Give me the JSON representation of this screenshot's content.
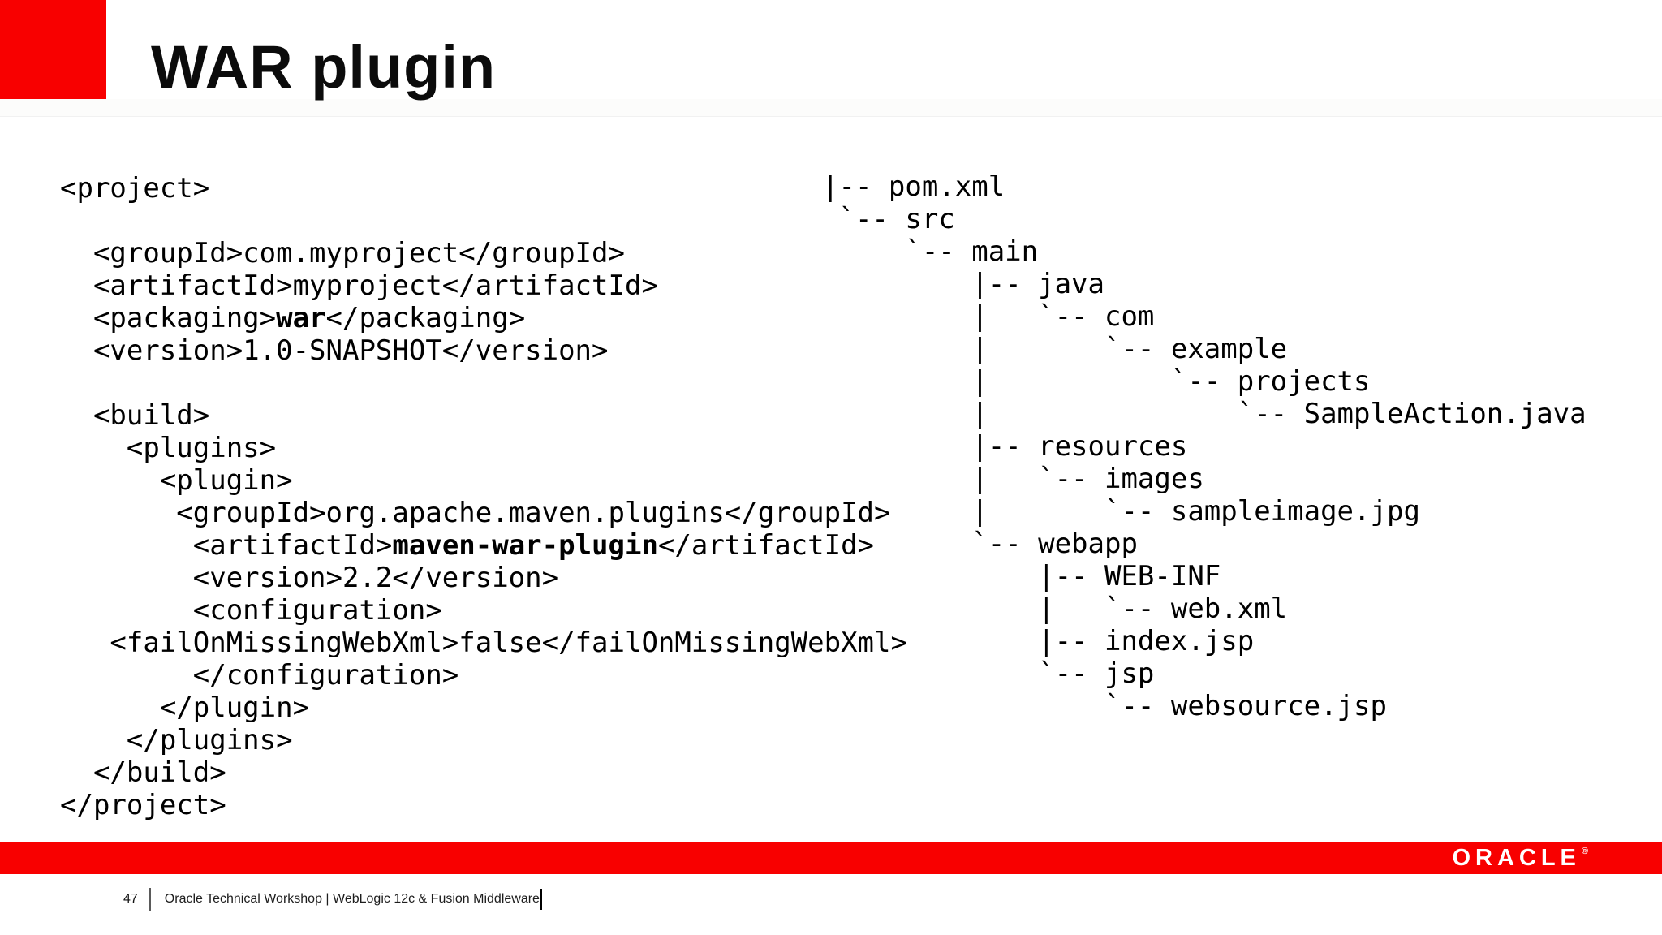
{
  "slide": {
    "title": "WAR plugin",
    "accent_color": "#f80000"
  },
  "code": {
    "lines": [
      [
        {
          "text": "<project>"
        }
      ],
      [],
      [
        {
          "text": "  <groupId>com.myproject</groupId>"
        }
      ],
      [
        {
          "text": "  <artifactId>myproject</artifactId>"
        }
      ],
      [
        {
          "text": "  <packaging>"
        },
        {
          "text": "war",
          "bold": true
        },
        {
          "text": "</packaging>"
        }
      ],
      [
        {
          "text": "  <version>1.0-SNAPSHOT</version>"
        }
      ],
      [],
      [
        {
          "text": "  <build>"
        }
      ],
      [
        {
          "text": "    <plugins>"
        }
      ],
      [
        {
          "text": "      <plugin>"
        }
      ],
      [
        {
          "text": "       <groupId>org.apache.maven.plugins</groupId>"
        }
      ],
      [
        {
          "text": "        <artifactId>"
        },
        {
          "text": "maven-war-plugin",
          "bold": true
        },
        {
          "text": "</artifactId>"
        }
      ],
      [
        {
          "text": "        <version>2.2</version>"
        }
      ],
      [
        {
          "text": "        <configuration>"
        }
      ],
      [
        {
          "text": "   <failOnMissingWebXml>false</failOnMissingWebXml>"
        }
      ],
      [
        {
          "text": "        </configuration>"
        }
      ],
      [
        {
          "text": "      </plugin>"
        }
      ],
      [
        {
          "text": "    </plugins>"
        }
      ],
      [
        {
          "text": "  </build>"
        }
      ],
      [
        {
          "text": "</project>"
        }
      ]
    ]
  },
  "tree": {
    "lines": [
      "|-- pom.xml",
      " `-- src",
      "     `-- main",
      "         |-- java",
      "         |   `-- com",
      "         |       `-- example",
      "         |           `-- projects",
      "         |               `-- SampleAction.java",
      "         |-- resources",
      "         |   `-- images",
      "         |       `-- sampleimage.jpg",
      "         `-- webapp",
      "             |-- WEB-INF",
      "             |   `-- web.xml",
      "             |-- index.jsp",
      "             `-- jsp",
      "                 `-- websource.jsp"
    ]
  },
  "footer": {
    "page_number": "47",
    "text": "Oracle Technical Workshop | WebLogic 12c & Fusion Middleware",
    "logo": "ORACLE",
    "logo_registered": "®"
  }
}
